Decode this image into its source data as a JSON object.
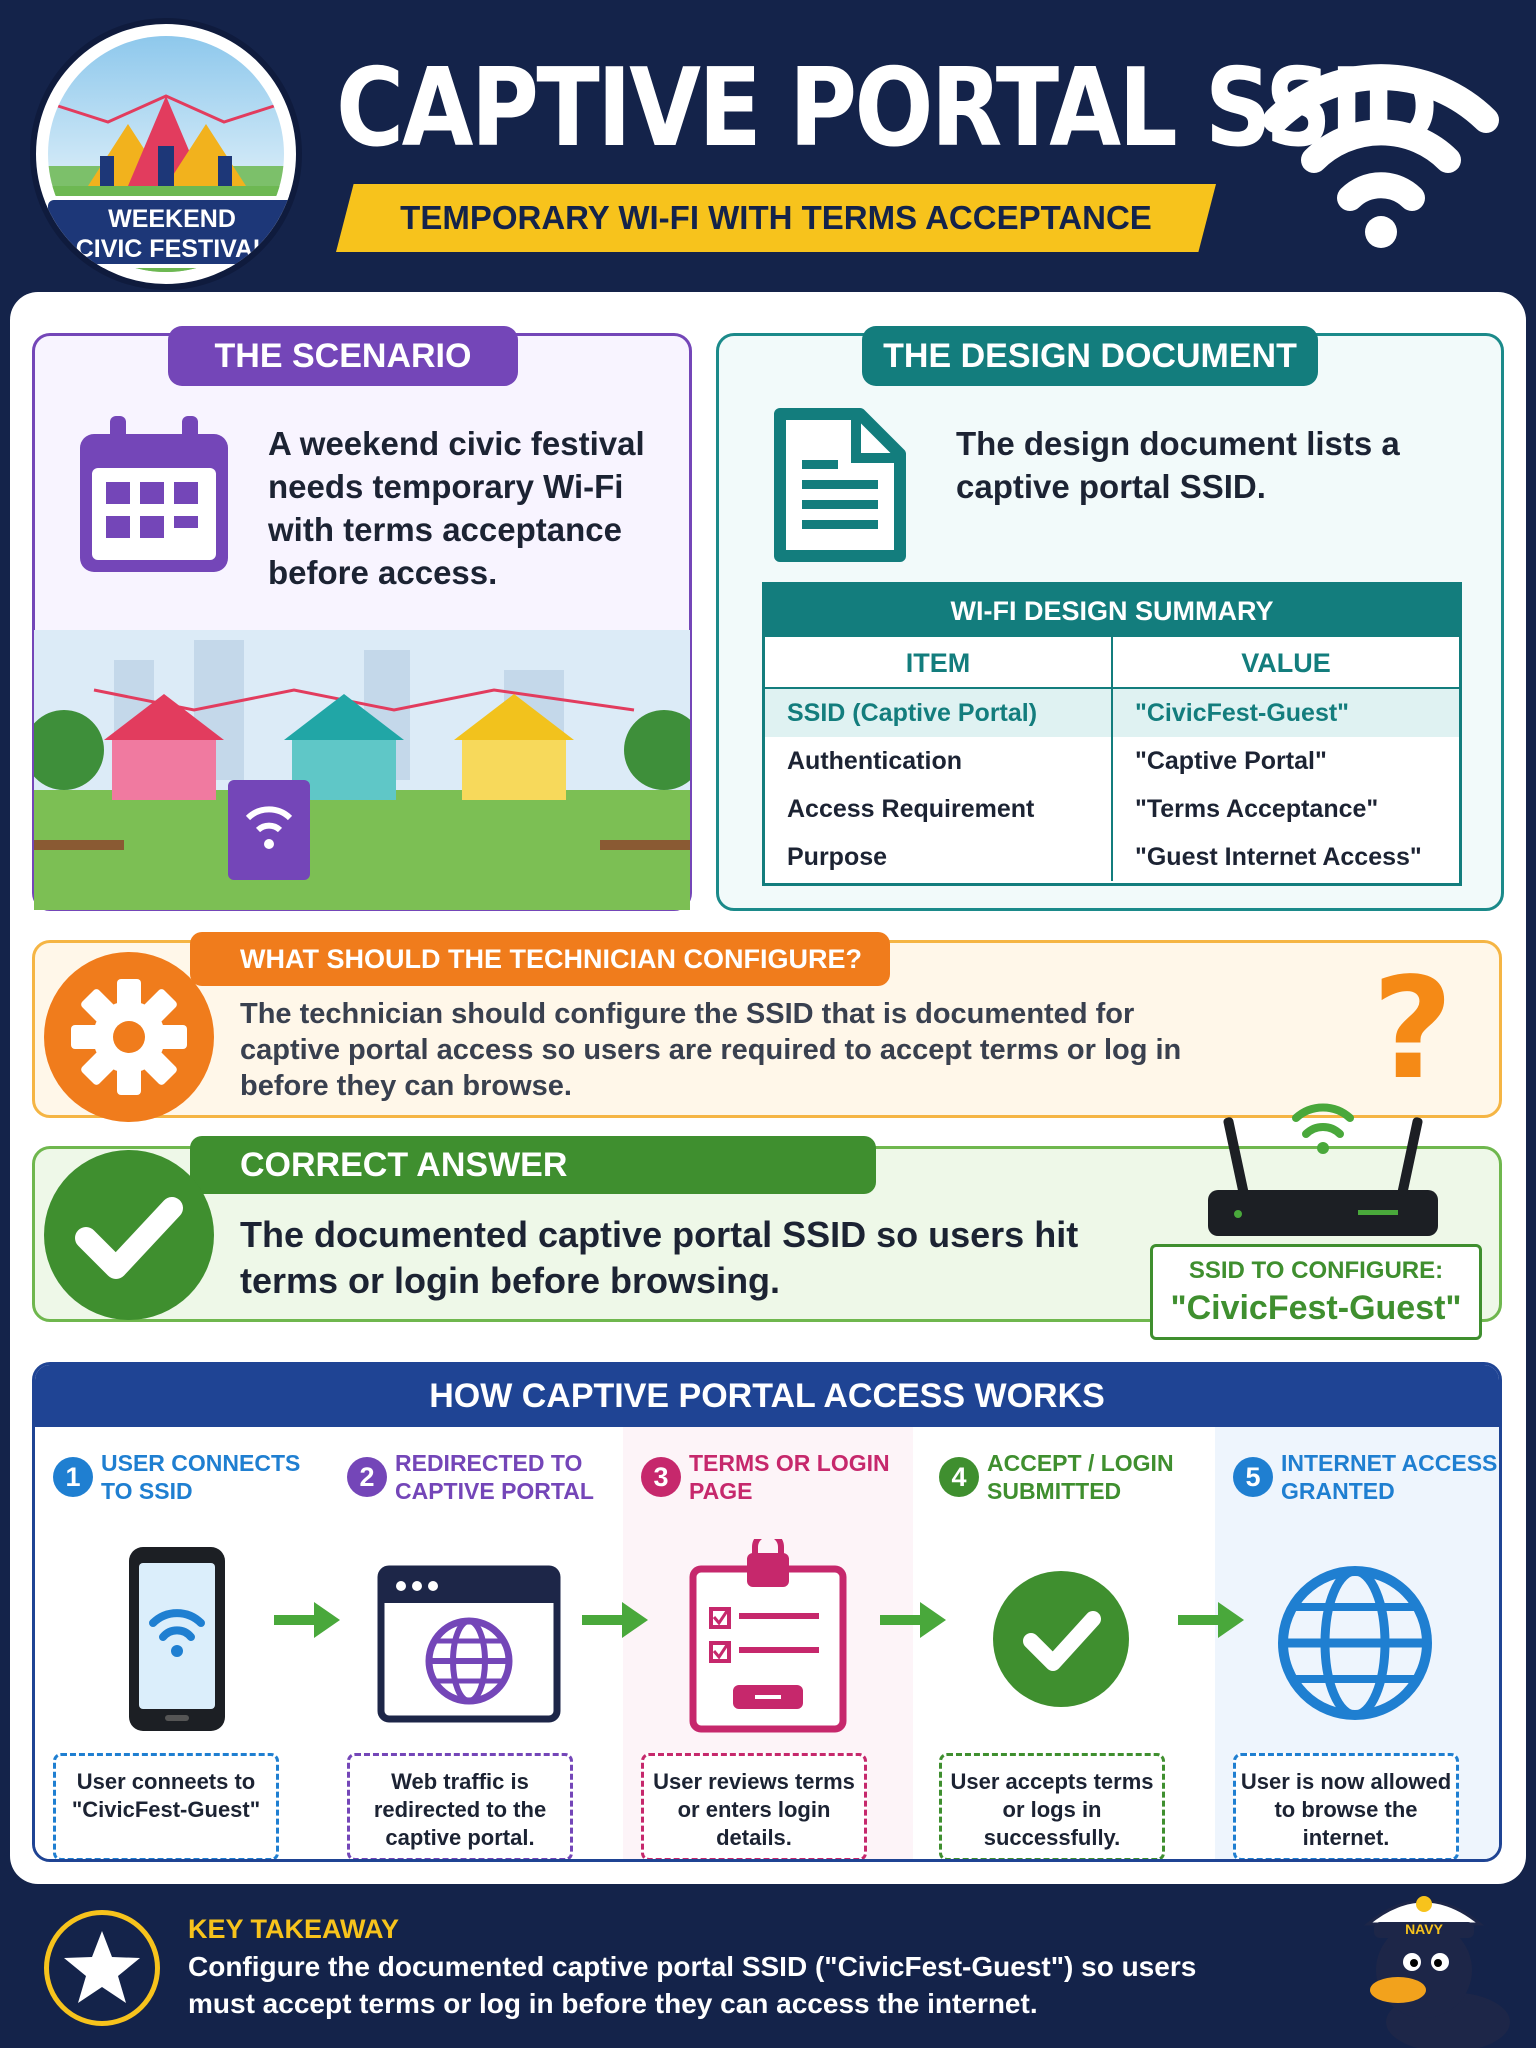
{
  "header": {
    "logo_text_line1": "WEEKEND",
    "logo_text_line2": "CIVIC FESTIVAL",
    "title": "CAPTIVE PORTAL SSID",
    "subtitle": "TEMPORARY WI-FI WITH TERMS ACCEPTANCE"
  },
  "scenario": {
    "heading": "THE SCENARIO",
    "text": "A weekend civic festival needs temporary Wi-Fi with terms acceptance before access."
  },
  "design": {
    "heading": "THE DESIGN DOCUMENT",
    "text": "The design document lists a captive portal SSID.",
    "summary": {
      "title": "WI-FI DESIGN SUMMARY",
      "columns": [
        "ITEM",
        "VALUE"
      ],
      "rows": [
        {
          "item": "SSID (Captive Portal)",
          "value": "\"CivicFest-Guest\""
        },
        {
          "item": "Authentication",
          "value": "\"Captive Portal\""
        },
        {
          "item": "Access Requirement",
          "value": "\"Terms Acceptance\""
        },
        {
          "item": "Purpose",
          "value": "\"Guest Internet Access\""
        }
      ]
    }
  },
  "question": {
    "heading": "WHAT SHOULD THE TECHNICIAN CONFIGURE?",
    "text": "The technician should configure the SSID that is documented for captive portal access so users are required to accept terms or log in before they can browse.",
    "mark": "?"
  },
  "answer": {
    "heading": "CORRECT ANSWER",
    "text": "The documented captive portal SSID so users hit terms or login before browsing.",
    "ssid_label": "SSID TO CONFIGURE:",
    "ssid_value": "\"CivicFest-Guest\""
  },
  "how": {
    "heading": "HOW CAPTIVE PORTAL ACCESS WORKS",
    "steps": [
      {
        "num": "1",
        "title": "USER CONNECTS TO SSID",
        "desc": "User conneets to \"CivicFest-Guest\"",
        "color": "#1f7fd1"
      },
      {
        "num": "2",
        "title": "REDIRECTED TO CAPTIVE PORTAL",
        "desc": "Web traffic is redirected to the captive portal.",
        "color": "#7446b8"
      },
      {
        "num": "3",
        "title": "TERMS OR LOGIN PAGE",
        "desc": "User reviews terms or enters login details.",
        "color": "#c6286c"
      },
      {
        "num": "4",
        "title": "ACCEPT / LOGIN SUBMITTED",
        "desc": "User accepts terms or logs in successfully.",
        "color": "#3f8f2f"
      },
      {
        "num": "5",
        "title": "INTERNET ACCESS GRANTED",
        "desc": "User is now allowed to browse the internet.",
        "color": "#1f7fd1"
      }
    ]
  },
  "takeaway": {
    "label": "KEY TAKEAWAY",
    "text": "Configure the documented captive portal SSID (\"CivicFest-Guest\") so users must accept terms or log in before they can access the internet.",
    "mascot_hat": "NAVY"
  },
  "colors": {
    "navy": "#14234a",
    "purple": "#7446b8",
    "teal": "#137d7d",
    "orange": "#f07c1c",
    "green": "#3f8f2f",
    "blue": "#1f4494",
    "yellow": "#f7c31c"
  }
}
